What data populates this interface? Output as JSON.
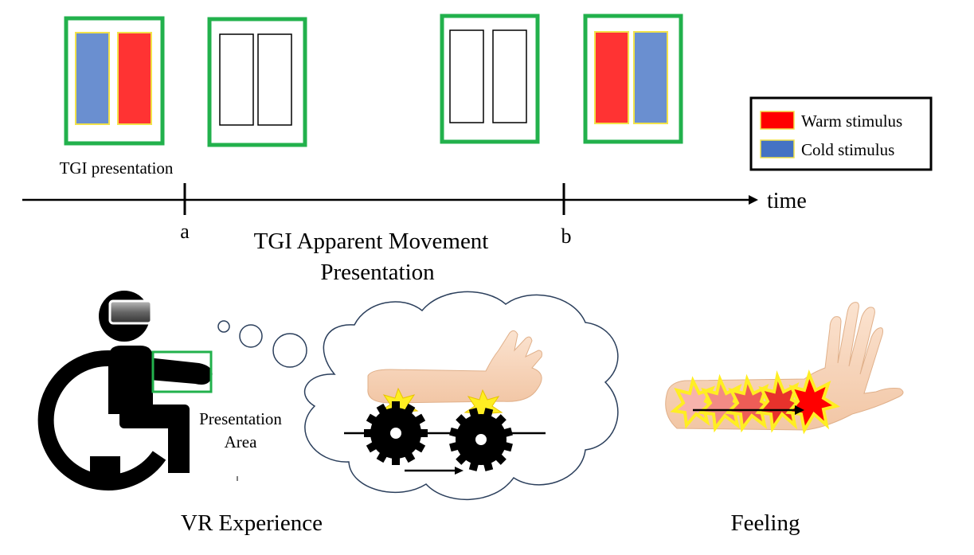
{
  "timeline": {
    "time_label": "time",
    "marker_a": "a",
    "marker_b": "b",
    "tgi_presentation_label": "TGI presentation",
    "apparent_movement_line1": "TGI Apparent Movement",
    "apparent_movement_line2": "Presentation"
  },
  "legend": {
    "warm_label": "Warm stimulus",
    "cold_label": "Cold stimulus",
    "warm_color": "#ff3333",
    "cold_color": "#4472c4"
  },
  "colors": {
    "frame_green": "#22b14c",
    "warm_fill": "#ff3333",
    "cold_fill": "#6a8fd0",
    "pad_border": "#f2e24a",
    "burst_yellow": "#ffee22"
  },
  "bottom": {
    "presentation_area_line1": "Presentation",
    "presentation_area_line2": "Area",
    "vr_experience_label": "VR Experience",
    "feeling_label": "Feeling"
  }
}
